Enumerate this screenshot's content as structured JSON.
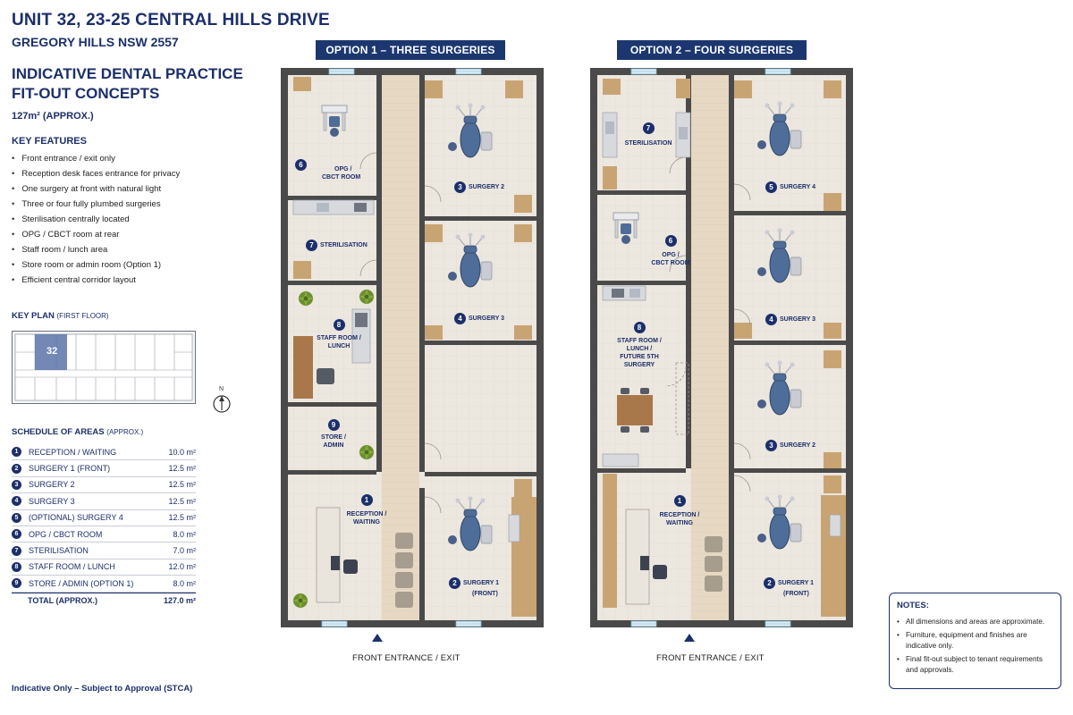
{
  "header": {
    "title": "UNIT 32, 23-25 CENTRAL HILLS DRIVE",
    "subtitle": "GREGORY HILLS NSW 2557",
    "concept_line1": "INDICATIVE DENTAL PRACTICE",
    "concept_line2": "FIT-OUT CONCEPTS",
    "area": "127m² (APPROX.)"
  },
  "key_features": {
    "heading": "KEY FEATURES",
    "items": [
      "Front entrance / exit only",
      "Reception desk faces entrance for privacy",
      "One surgery at front with natural light",
      "Three or four fully plumbed surgeries",
      "Sterilisation centrally located",
      "OPG / CBCT room at rear",
      "Staff room / lunch area",
      "Store room or admin room (Option 1)",
      "Efficient central corridor layout"
    ]
  },
  "key_plan": {
    "heading": "KEY PLAN",
    "heading_note": "(FIRST FLOOR)",
    "unit_label": "32",
    "north_label": "N"
  },
  "schedule": {
    "heading": "SCHEDULE OF AREAS",
    "heading_note": "(APPROX.)",
    "rows": [
      {
        "num": "1",
        "name": "RECEPTION / WAITING",
        "area": "10.0 m²"
      },
      {
        "num": "2",
        "name": "SURGERY 1 (FRONT)",
        "area": "12.5 m²"
      },
      {
        "num": "3",
        "name": "SURGERY 2",
        "area": "12.5 m²"
      },
      {
        "num": "4",
        "name": "SURGERY 3",
        "area": "12.5 m²"
      },
      {
        "num": "5",
        "name": "(OPTIONAL) SURGERY 4",
        "area": "12.5 m²"
      },
      {
        "num": "6",
        "name": "OPG / CBCT ROOM",
        "area": "8.0 m²"
      },
      {
        "num": "7",
        "name": "STERILISATION",
        "area": "7.0 m²"
      },
      {
        "num": "8",
        "name": "STAFF ROOM / LUNCH",
        "area": "12.0 m²"
      },
      {
        "num": "9",
        "name": "STORE / ADMIN (OPTION 1)",
        "area": "8.0 m²"
      }
    ],
    "total_label": "TOTAL (APPROX.)",
    "total_area": "127.0 m²"
  },
  "footer": "Indicative Only – Subject to Approval (STCA)",
  "option1": {
    "header": "OPTION 1 – THREE SURGERIES",
    "entrance": "FRONT ENTRANCE / EXIT",
    "rooms": {
      "opg": {
        "num": "6",
        "l1": "OPG /",
        "l2": "CBCT ROOM"
      },
      "steril": {
        "num": "7",
        "l1": "STERILISATION"
      },
      "staff": {
        "num": "8",
        "l1": "STAFF ROOM /",
        "l2": "LUNCH"
      },
      "store": {
        "num": "9",
        "l1": "STORE /",
        "l2": "ADMIN"
      },
      "reception": {
        "num": "1",
        "l1": "RECEPTION /",
        "l2": "WAITING"
      },
      "s2": {
        "num": "3",
        "l1": "SURGERY 2"
      },
      "s3": {
        "num": "4",
        "l1": "SURGERY 3"
      },
      "s1": {
        "num": "2",
        "l1": "SURGERY 1",
        "l2": "(FRONT)"
      }
    }
  },
  "option2": {
    "header": "OPTION 2 – FOUR SURGERIES",
    "entrance": "FRONT ENTRANCE / EXIT",
    "rooms": {
      "steril": {
        "num": "7",
        "l1": "STERILISATION"
      },
      "opg": {
        "num": "6",
        "l1": "OPG /",
        "l2": "CBCT ROOM"
      },
      "staff": {
        "num": "8",
        "l1": "STAFF ROOM /",
        "l2": "LUNCH /",
        "l3": "FUTURE 5TH",
        "l4": "SURGERY"
      },
      "reception": {
        "num": "1",
        "l1": "RECEPTION /",
        "l2": "WAITING"
      },
      "s4": {
        "num": "5",
        "l1": "SURGERY 4"
      },
      "s3": {
        "num": "4",
        "l1": "SURGERY 3"
      },
      "s2": {
        "num": "3",
        "l1": "SURGERY 2"
      },
      "s1": {
        "num": "2",
        "l1": "SURGERY 1",
        "l2": "(FRONT)"
      }
    }
  },
  "notes": {
    "heading": "NOTES:",
    "items": [
      "All dimensions and areas are approximate.",
      "Furniture, equipment and finishes are indicative only.",
      "Final fit-out subject to tenant requirements and approvals."
    ]
  }
}
